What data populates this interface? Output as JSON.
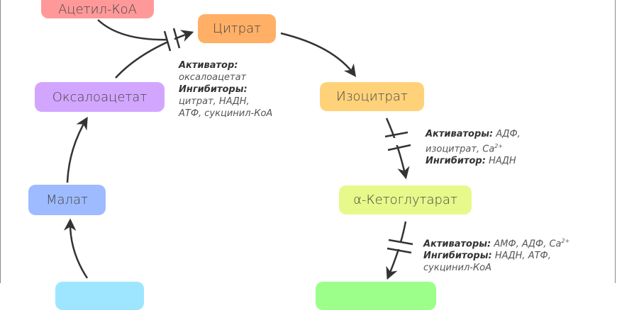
{
  "nodes": {
    "acetyl_coa": {
      "label": "Ацетил-КоА",
      "color": "#ff9999"
    },
    "citrate": {
      "label": "Цитрат",
      "color": "#ffb066"
    },
    "isocitrate": {
      "label": "Изоцитрат",
      "color": "#ffd27a"
    },
    "alpha_ketoglutarate": {
      "label": "α-Кетоглутарат",
      "color": "#e6f98a"
    },
    "oxaloacetate": {
      "label": "Оксалоацетат",
      "color": "#d2a6ff"
    },
    "malate": {
      "label": "Малат",
      "color": "#9ebbff"
    },
    "bottom_left": {
      "color": "#9ee6ff"
    },
    "bottom_right": {
      "color": "#9cff8a"
    }
  },
  "notes": {
    "citrate_synthase": {
      "activator_label": "Активатор:",
      "activator_value": "оксалоацетат",
      "inhibitor_label": "Ингибиторы:",
      "inhibitor_value_1": "цитрат, НАДН,",
      "inhibitor_value_2": "АТФ, сукцинил-КоА"
    },
    "isocitrate_dh": {
      "activator_label": "Активаторы:",
      "activator_value_1": "АДФ,",
      "activator_value_2": "изоцитрат, Ca",
      "activator_sup": "2+",
      "inhibitor_label": "Ингибитор:",
      "inhibitor_value": "НАДН"
    },
    "ketoglutarate_dh": {
      "activator_label": "Активаторы:",
      "activator_value": "АМФ, АДФ, Ca",
      "activator_sup": "2+",
      "inhibitor_label": "Ингибиторы:",
      "inhibitor_value_1": "НАДН, АТФ,",
      "inhibitor_value_2": "сукцинил-КоА"
    }
  }
}
